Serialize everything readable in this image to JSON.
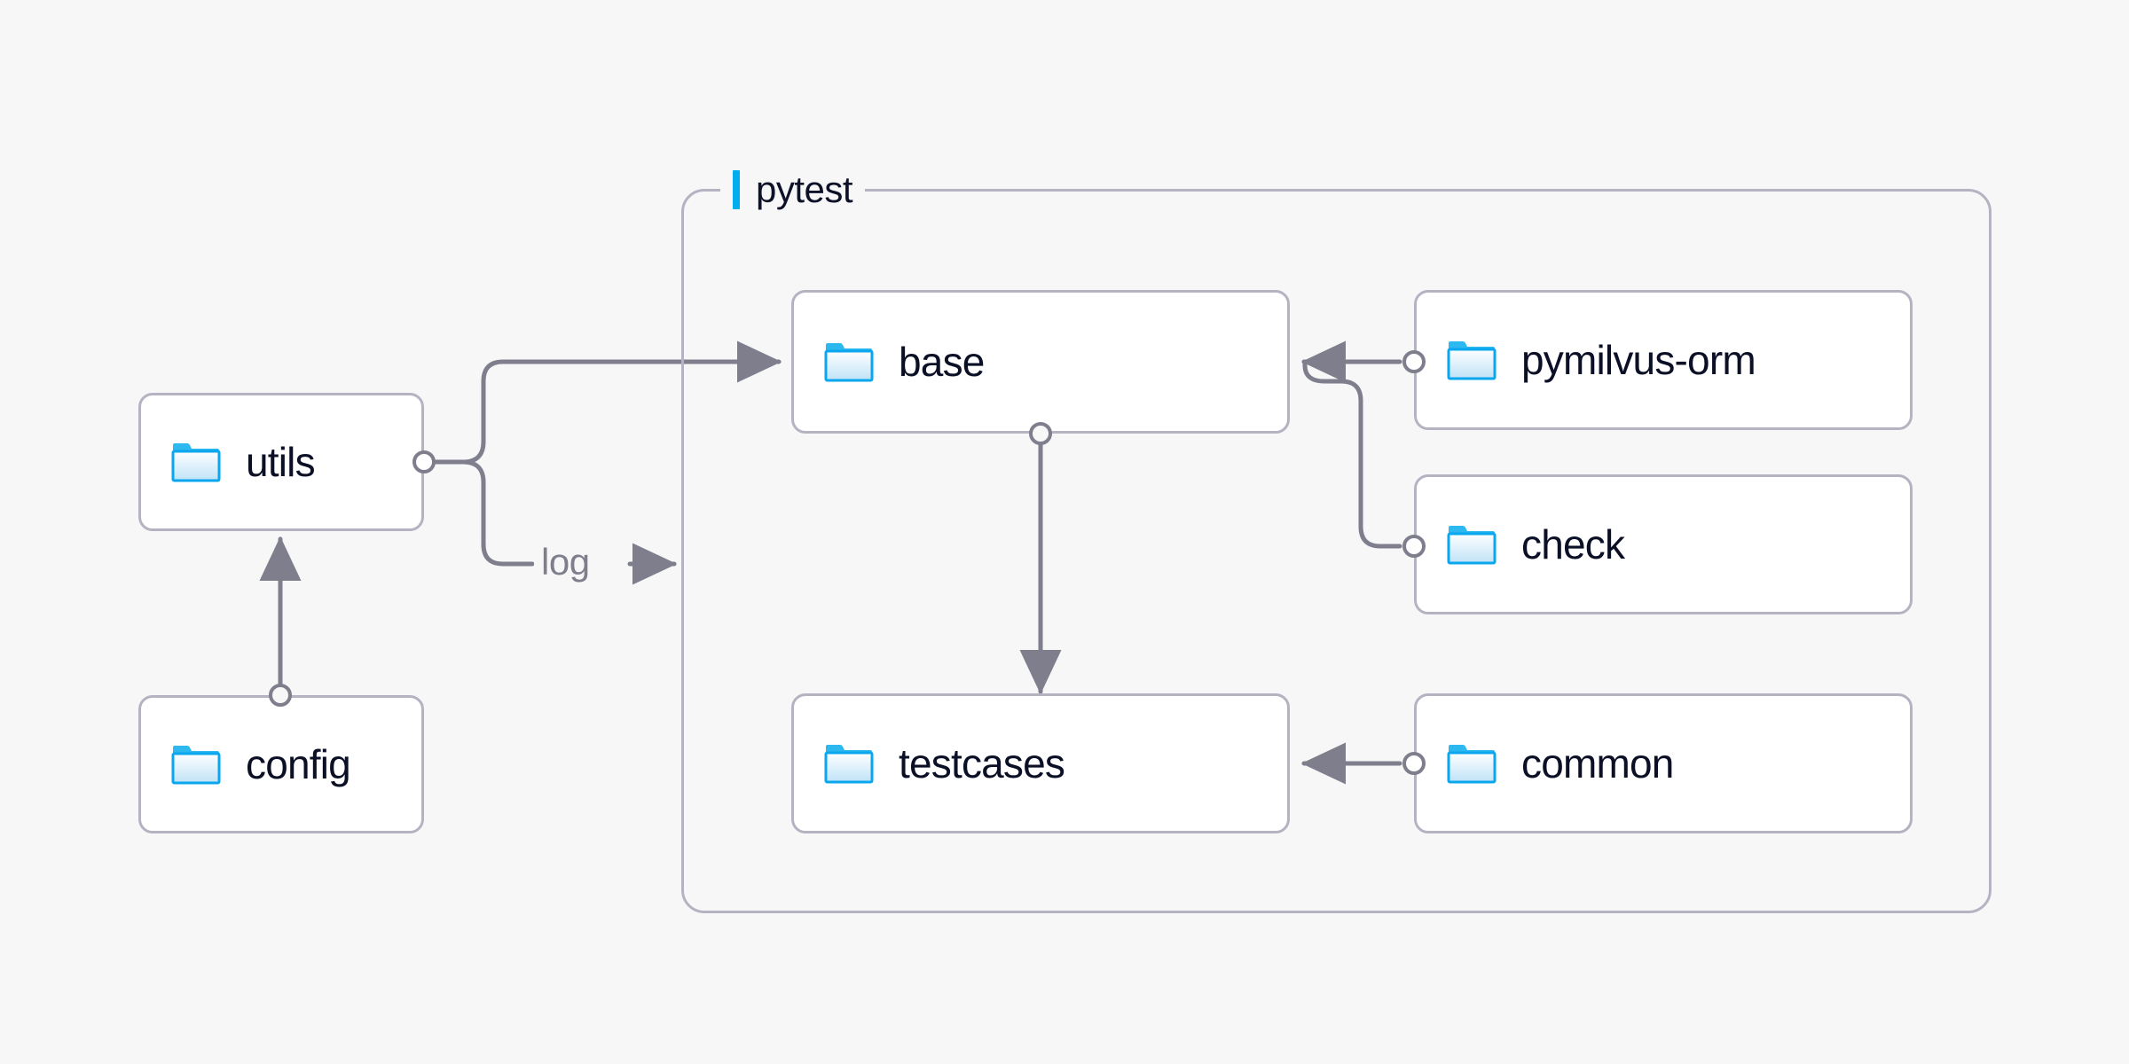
{
  "diagram": {
    "type": "architecture-folder-dependency-diagram",
    "background_color": "#f7f7f8",
    "accent_color": "#00aef0",
    "border_color": "#b5b3c2",
    "edge_color": "#7e7e8d",
    "text_color": "#0b1026",
    "groups": [
      {
        "id": "pytest",
        "label": "pytest",
        "accent_color": "#00aef0"
      }
    ],
    "nodes": [
      {
        "id": "utils",
        "label": "utils",
        "icon": "folder-icon",
        "group": null
      },
      {
        "id": "config",
        "label": "config",
        "icon": "folder-icon",
        "group": null
      },
      {
        "id": "base",
        "label": "base",
        "icon": "folder-icon",
        "group": "pytest"
      },
      {
        "id": "testcases",
        "label": "testcases",
        "icon": "folder-icon",
        "group": "pytest"
      },
      {
        "id": "pymilvus-orm",
        "label": "pymilvus-orm",
        "icon": "folder-icon",
        "group": "pytest"
      },
      {
        "id": "check",
        "label": "check",
        "icon": "folder-icon",
        "group": "pytest"
      },
      {
        "id": "common",
        "label": "common",
        "icon": "folder-icon",
        "group": "pytest"
      }
    ],
    "edges": [
      {
        "from": "config",
        "to": "utils",
        "label": "",
        "arrow": true
      },
      {
        "from": "utils",
        "to": "base",
        "label": "",
        "arrow": true
      },
      {
        "from": "utils",
        "to": "pytest",
        "label": "log",
        "arrow": true
      },
      {
        "from": "base",
        "to": "testcases",
        "label": "",
        "arrow": true
      },
      {
        "from": "pymilvus-orm",
        "to": "base",
        "label": "",
        "arrow": true
      },
      {
        "from": "check",
        "to": "base",
        "label": "",
        "arrow": true
      },
      {
        "from": "common",
        "to": "testcases",
        "label": "",
        "arrow": true
      }
    ],
    "edge_labels": {
      "log": "log"
    }
  }
}
